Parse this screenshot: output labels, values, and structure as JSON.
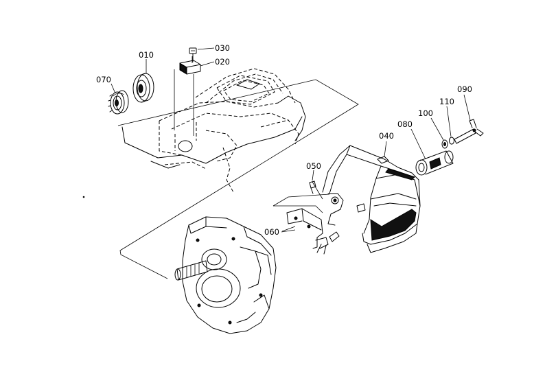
{
  "callouts": {
    "p010": "010",
    "p020": "020",
    "p030": "030",
    "p040": "040",
    "p050": "050",
    "p060": "060",
    "p070": "070",
    "p080": "080",
    "p090": "090",
    "p100": "100",
    "p110": "110"
  }
}
